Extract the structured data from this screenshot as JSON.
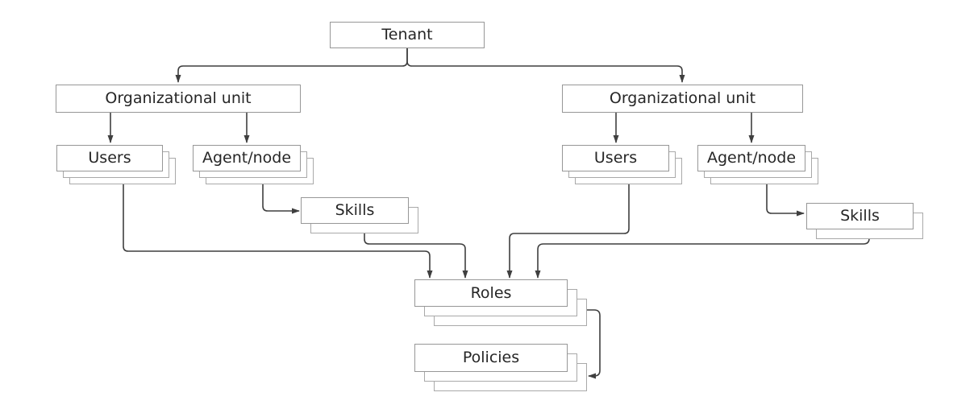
{
  "diagram": {
    "nodes": {
      "tenant": {
        "label": "Tenant"
      },
      "org_unit_left": {
        "label": "Organizational unit"
      },
      "org_unit_right": {
        "label": "Organizational unit"
      },
      "users_left": {
        "label": "Users"
      },
      "agent_node_left": {
        "label": "Agent/node"
      },
      "skills_left": {
        "label": "Skills"
      },
      "users_right": {
        "label": "Users"
      },
      "agent_node_right": {
        "label": "Agent/node"
      },
      "skills_right": {
        "label": "Skills"
      },
      "roles": {
        "label": "Roles"
      },
      "policies": {
        "label": "Policies"
      }
    },
    "edges": [
      {
        "from": "tenant",
        "to": "org_unit_left"
      },
      {
        "from": "tenant",
        "to": "org_unit_right"
      },
      {
        "from": "org_unit_left",
        "to": "users_left"
      },
      {
        "from": "org_unit_left",
        "to": "agent_node_left"
      },
      {
        "from": "agent_node_left",
        "to": "skills_left"
      },
      {
        "from": "org_unit_right",
        "to": "users_right"
      },
      {
        "from": "org_unit_right",
        "to": "agent_node_right"
      },
      {
        "from": "agent_node_right",
        "to": "skills_right"
      },
      {
        "from": "users_left",
        "to": "roles"
      },
      {
        "from": "skills_left",
        "to": "roles"
      },
      {
        "from": "users_right",
        "to": "roles"
      },
      {
        "from": "skills_right",
        "to": "roles"
      },
      {
        "from": "roles",
        "to": "policies"
      }
    ],
    "colors": {
      "box_border": "#979797",
      "shadow_border": "#a9a9a9",
      "connector": "#3f3f3f",
      "box_fill": "#ffffff",
      "text": "#262626",
      "background": "#ffffff"
    }
  }
}
